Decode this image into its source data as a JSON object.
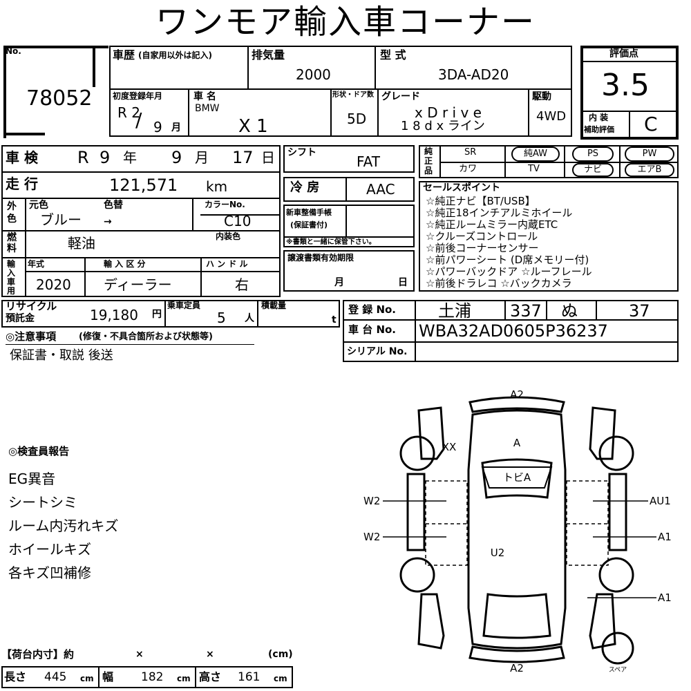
{
  "title": "ワンモア輸入車コーナー",
  "no": {
    "label": "No.",
    "value": "78052"
  },
  "history": {
    "label": "車歴",
    "note": "(自家用以外は記入)"
  },
  "displacement": {
    "label": "排気量",
    "value": "2000"
  },
  "model_type": {
    "label": "型 式",
    "value": "3DA-AD20"
  },
  "score": {
    "label": "評価点",
    "value": "3.5",
    "interior_label1": "内 装",
    "interior_label2": "補助評価",
    "interior_value": "C"
  },
  "first_reg": {
    "label": "初度登録年月",
    "era": "R 2",
    "slash": "/",
    "month": "9",
    "month_unit": "月"
  },
  "car_name": {
    "label": "車 名",
    "maker": "BMW",
    "name": "X 1"
  },
  "body_doors": {
    "label": "形状・ドア数",
    "value": "5D"
  },
  "grade": {
    "label": "グレード",
    "line1": "x D r i v e",
    "line2": "1 8 d  x ライン"
  },
  "drive": {
    "label": "駆動",
    "value": "4WD"
  },
  "shaken": {
    "label": "車 検",
    "era": "R",
    "year": "9",
    "year_unit": "年",
    "month": "9",
    "month_unit": "月",
    "day": "17",
    "day_unit": "日"
  },
  "shift": {
    "label": "シフト",
    "value": "FAT"
  },
  "equip": {
    "label": "純正品",
    "items": [
      "SR",
      "純AW",
      "PS",
      "PW",
      "カワ",
      "TV",
      "ナビ",
      "エアB"
    ]
  },
  "mileage": {
    "label": "走 行",
    "value": "121,571",
    "unit": "km"
  },
  "ac": {
    "label": "冷 房",
    "value": "AAC"
  },
  "color": {
    "side_label": "外色",
    "orig_label": "元色",
    "change_label": "色替",
    "value": "ブルー",
    "arrow": "→",
    "code_label": "カラーNo.",
    "code": "C10",
    "interior_label": "内装色"
  },
  "fuel": {
    "label": "燃料",
    "value": "軽油"
  },
  "maintenance": {
    "label": "新車整備手帳",
    "sub": "(保証書付)",
    "note": "※書類と一緒に保管下さい。"
  },
  "sales_points": {
    "label": "セールスポイント",
    "items": [
      "☆純正ナビ【BT/USB】",
      "☆純正18インチアルミホイール",
      "☆純正ルームミラー内蔵ETC",
      "☆クルーズコントロール",
      "☆前後コーナーセンサー",
      "☆前パワーシート (D席メモリー付)",
      "☆パワーバックドア ☆ルーフレール",
      "☆前後ドラレコ ☆バックカメラ"
    ]
  },
  "import": {
    "side_label": "輸入車用",
    "year_label": "年式",
    "year": "2020",
    "class_label": "輸 入 区 分",
    "class": "ディーラー",
    "handle_label": "ハ ン ド ル",
    "handle": "右"
  },
  "transfer": {
    "label": "譲渡書類有効期限",
    "month": "月",
    "day": "日"
  },
  "recycle": {
    "label1": "リサイクル",
    "label2": "預託金",
    "value": "19,180",
    "unit": "円"
  },
  "capacity": {
    "label": "乗車定員",
    "value": "5",
    "unit": "人"
  },
  "load": {
    "label": "積載量",
    "unit": "t"
  },
  "registration": {
    "label": "登 録 No.",
    "area": "土浦",
    "num1": "337",
    "kana": "ぬ",
    "num2": "37"
  },
  "chassis": {
    "label": "車 台 No.",
    "value": "WBA32AD0605P36237"
  },
  "serial": {
    "label": "シリアル No."
  },
  "notes": {
    "label": "◎注意事項",
    "sub": "(修復・不具合箇所および状態等)",
    "value": "保証書・取説 後送"
  },
  "inspector": {
    "label": "◎検査員報告",
    "items": [
      "EG異音",
      "シートシミ",
      "ルーム内汚れキズ",
      "ホイールキズ",
      "各キズ凹補修"
    ]
  },
  "cargo": {
    "label": "【荷台内寸】約",
    "x1": "×",
    "x2": "×",
    "unit_cm": "(cm)",
    "length_label": "長さ",
    "length": "445",
    "width_label": "幅",
    "width": "182",
    "height_label": "高さ",
    "height": "161",
    "cm": "cm"
  },
  "diagram": {
    "top": "A2",
    "bottom": "A2",
    "hood": "A",
    "roof": "トビA",
    "left_front": "XX",
    "w2a": "W2",
    "w2b": "W2",
    "u2": "U2",
    "au1": "AU1",
    "a1a": "A1",
    "a1b": "A1",
    "spare": "スペア"
  }
}
